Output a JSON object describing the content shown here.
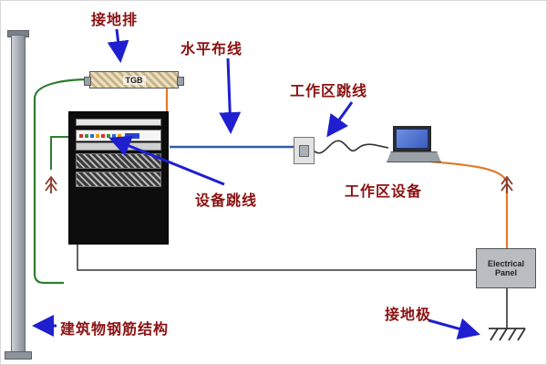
{
  "diagram": {
    "labels": {
      "grounding_bar": "接地排",
      "horizontal_cabling": "水平布线",
      "work_area_jumper": "工作区跳线",
      "equipment_jumper": "设备跳线",
      "work_area_equipment": "工作区设备",
      "building_steel": "建筑物钢筋结构",
      "grounding_electrode": "接地极"
    },
    "components": {
      "busbar_label": "TGB",
      "electrical_panel_label": "Electrical Panel"
    },
    "colors": {
      "label_text": "#8b1111",
      "arrow": "#1f1fd0",
      "ground_wire": "#2f7d32",
      "power_wire": "#e07a28",
      "horizontal_cable": "#2b5fa8"
    }
  }
}
